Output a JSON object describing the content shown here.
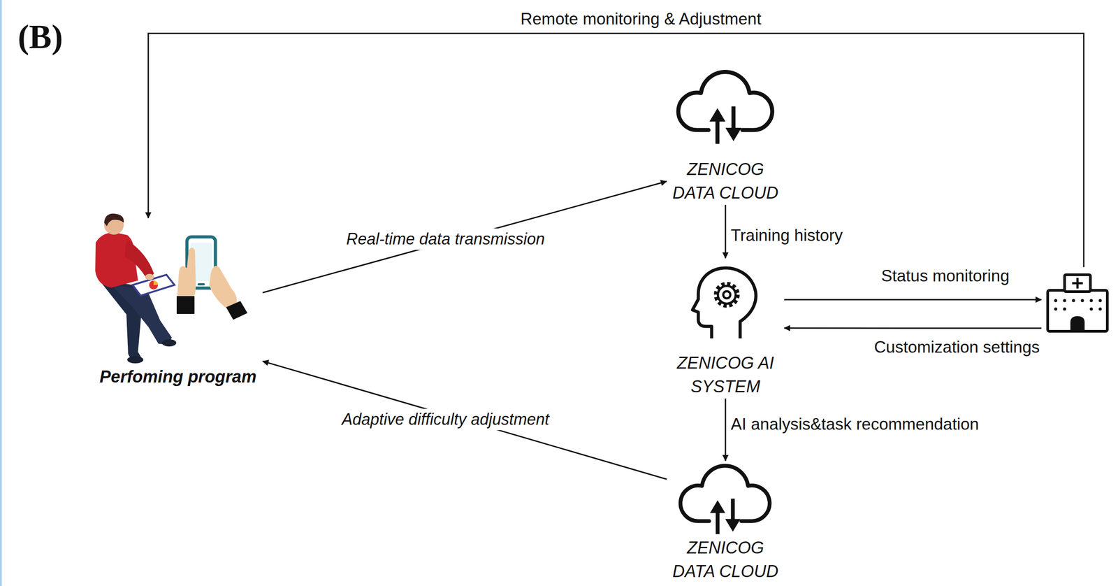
{
  "diagram": {
    "nodes": [
      {
        "text": [
          "Perfoming program"
        ]
      },
      {
        "text": [
          "ZENICOG DATA CLOUD"
        ]
      },
      {
        "text": [
          "ZENICOG AI SYSTEM"
        ]
      },
      {
        "text": [
          "ZENICOG DATA CLOUD"
        ]
      },
      {
        "text": []
      }
    ],
    "edges": [
      {
        "from": 0,
        "to": 1,
        "label": "Real-time data transmission",
        "arrow": "to"
      },
      {
        "from": 1,
        "to": 2,
        "label": "Training history",
        "arrow": "to"
      },
      {
        "from": 2,
        "to": 4,
        "label": "Status monitoring",
        "arrow": "to"
      },
      {
        "from": 4,
        "to": 2,
        "label": "Customization settings",
        "arrow": "to"
      },
      {
        "from": 2,
        "to": 3,
        "label": "AI analysis&task recommendation",
        "arrow": "to"
      },
      {
        "from": 3,
        "to": 0,
        "label": "Adaptive difficulty adjustment",
        "arrow": "to"
      },
      {
        "from": 4,
        "to": 0,
        "label": "Remote monitoring & Adjustment",
        "arrow": "to"
      }
    ],
    "labels": [
      "(B)"
    ]
  }
}
